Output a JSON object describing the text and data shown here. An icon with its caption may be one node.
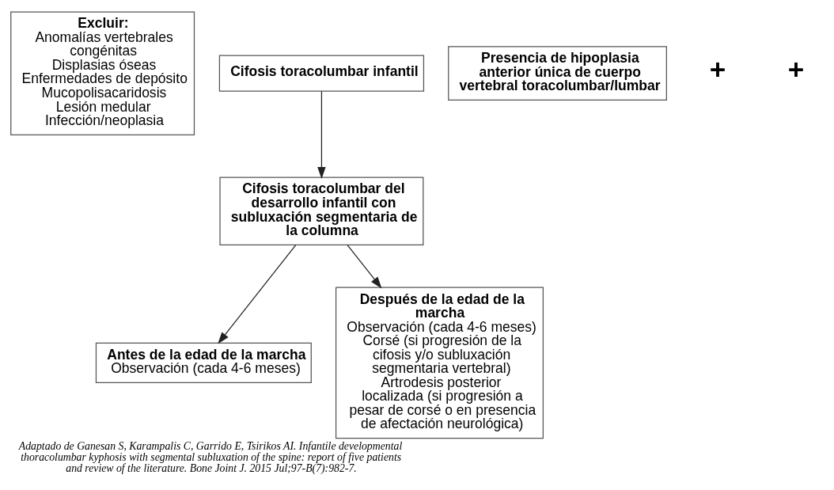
{
  "diagram": {
    "caption": "Adaptado de Ganesan S, Karampalis C, Garrido E, Tsirikos AI. Infantile developmental thoracolumbar kyphosis with segmental subluxation of the spine: report of five patients and review of the literature. Bone Joint J. 2015 Jul;97-B(7):982-7.",
    "nodes": [
      {
        "text": [
          "Excluir:",
          "Anomalías vertebrales congénitas",
          "Displasias óseas",
          "Enfermedades de depósito",
          "Mucopolisacaridosis",
          "Lesión medular",
          "Infección/neoplasia"
        ]
      },
      {
        "text": [
          "Cifosis toracolumbar infantil"
        ]
      },
      {
        "text": [
          "Presencia de hipoplasia anterior única de cuerpo vertebral toracolumbar/lumbar"
        ]
      },
      {
        "text": [
          "Cifosis toracolumbar del desarrollo infantil con subluxación segmentaria de la columna"
        ]
      },
      {
        "text": [
          "Antes de la edad de la marcha",
          "Observación (cada 4-6 meses)"
        ]
      },
      {
        "text": [
          "Después de la edad de la marcha",
          "Observación (cada 4-6 meses)",
          "Corsé (si progresión de la cifosis y/o subluxación segmentaria vertebral)",
          "Artrodesis posterior localizada (si progresión a pesar de corsé o en presencia de afectación neurológica)"
        ]
      }
    ],
    "edges": [
      {
        "from": 1,
        "to": 3,
        "arrow": "to"
      },
      {
        "from": 3,
        "to": 4,
        "arrow": "to"
      },
      {
        "from": 3,
        "to": 5,
        "arrow": "to"
      }
    ],
    "labels": [
      "+",
      "+"
    ]
  }
}
